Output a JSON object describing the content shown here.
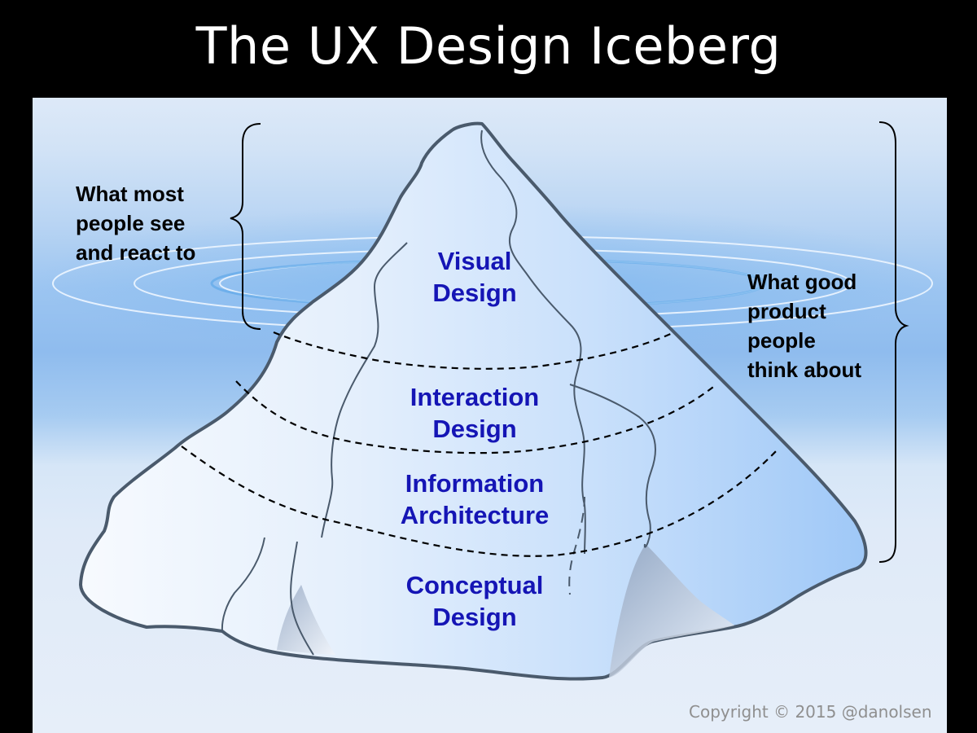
{
  "title": "The UX Design Iceberg",
  "left_callout": {
    "lines": [
      "What most",
      "people see",
      "and react to"
    ]
  },
  "right_callout": {
    "lines": [
      "What good",
      "product",
      "people",
      "think about"
    ]
  },
  "layers": [
    {
      "lines": [
        "Visual",
        "Design"
      ]
    },
    {
      "lines": [
        "Interaction",
        "Design"
      ]
    },
    {
      "lines": [
        "Information",
        "Architecture"
      ]
    },
    {
      "lines": [
        "Conceptual",
        "Design"
      ]
    }
  ],
  "copyright": "Copyright © 2015 @danolsen",
  "colors": {
    "background": "#000000",
    "title": "#ffffff",
    "label_text": "#1515b5",
    "callout_text": "#000000",
    "copyright": "#8f8f8f",
    "water_light": "#e6f0fb",
    "water_dark": "#8fbdef",
    "iceberg_outline": "#4a5a6c"
  }
}
